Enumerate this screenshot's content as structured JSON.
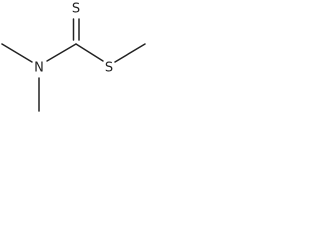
{
  "molecule": {
    "atoms": {
      "thione_sulfur": "S",
      "nitrogen": "N",
      "thioether_sulfur": "S"
    }
  }
}
